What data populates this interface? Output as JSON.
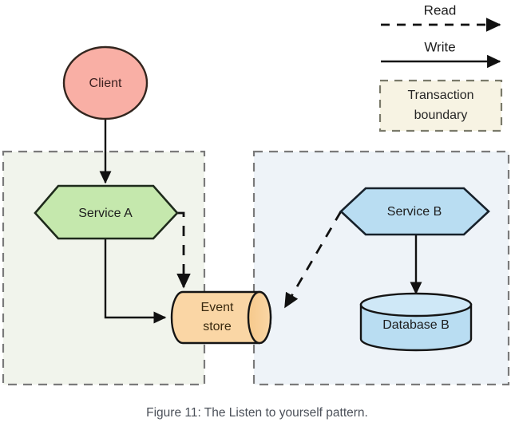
{
  "figure": {
    "caption": "Figure 11: The Listen to yourself pattern."
  },
  "legend": {
    "read_label": "Read",
    "write_label": "Write",
    "boundary_label_line1": "Transaction",
    "boundary_label_line2": "boundary",
    "read_line_style": "dashed",
    "write_line_style": "solid",
    "boundary_fill": "#f7f3e3",
    "boundary_stroke": "#7a7a6a"
  },
  "nodes": {
    "client": {
      "label": "Client",
      "shape": "ellipse",
      "fill": "#f9afa5",
      "stroke": "#33261f"
    },
    "service_a": {
      "label": "Service A",
      "shape": "hexagon",
      "fill": "#c5e8ad",
      "stroke": "#1e2a1b"
    },
    "event_store": {
      "label_line1": "Event",
      "label_line2": "store",
      "shape": "cylinder-horizontal",
      "fill": "#fad6a5",
      "stroke": "#151515"
    },
    "service_b": {
      "label": "Service B",
      "shape": "hexagon",
      "fill": "#b9ddf2",
      "stroke": "#17212b"
    },
    "database_b": {
      "label": "Database B",
      "shape": "cylinder-vertical",
      "fill": "#b9ddf2",
      "stroke": "#151515"
    }
  },
  "boundaries": {
    "left": {
      "name": "Transaction boundary (Service A)",
      "fill": "#f1f4ec",
      "stroke": "#7a7a7a"
    },
    "right": {
      "name": "Transaction boundary (Service B)",
      "fill": "#eef3f8",
      "stroke": "#7a7a7a"
    }
  },
  "edges": [
    {
      "id": "client-to-service-a",
      "from": "Client",
      "to": "Service A",
      "type": "write",
      "style": "solid"
    },
    {
      "id": "service-a-write-event-store",
      "from": "Service A",
      "to": "Event store",
      "type": "write",
      "style": "solid"
    },
    {
      "id": "service-a-read-event-store",
      "from": "Service A",
      "to": "Event store",
      "type": "read",
      "style": "dashed"
    },
    {
      "id": "service-b-read-event-store",
      "from": "Service B",
      "to": "Event store",
      "type": "read",
      "style": "dashed"
    },
    {
      "id": "service-b-write-database-b",
      "from": "Service B",
      "to": "Database B",
      "type": "write",
      "style": "solid"
    }
  ]
}
